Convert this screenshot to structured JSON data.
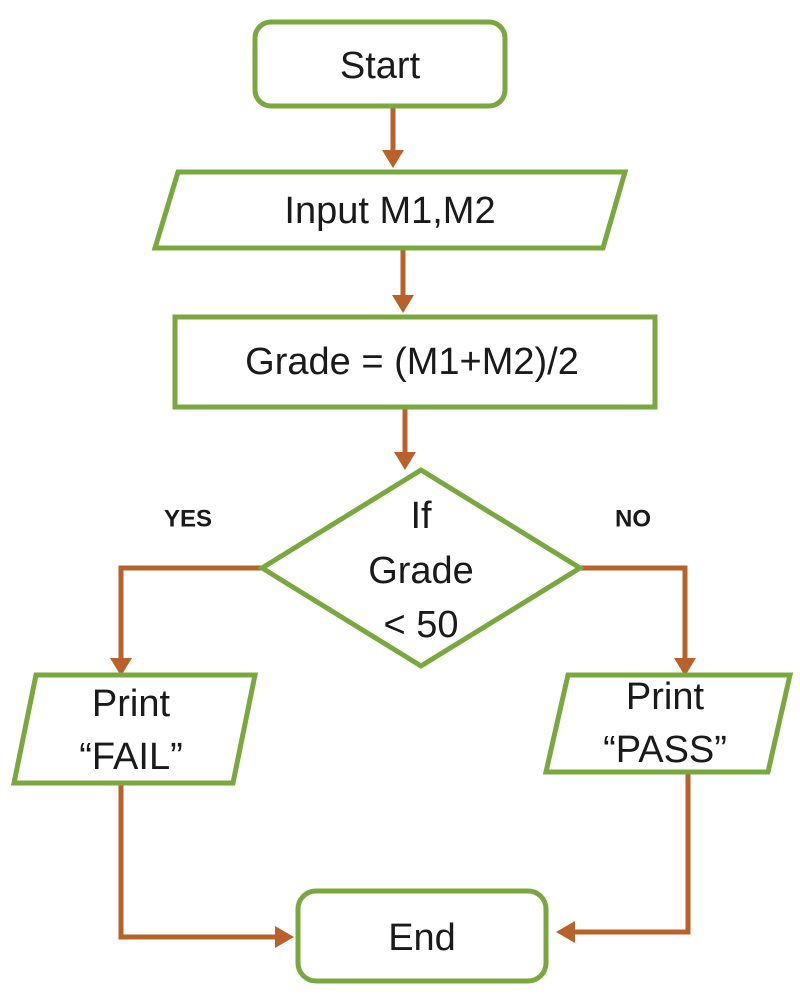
{
  "flowchart": {
    "start": "Start",
    "input": "Input M1,M2",
    "process": "Grade = (M1+M2)/2",
    "decision": [
      "If",
      "Grade",
      "< 50"
    ],
    "yes_label": "YES",
    "no_label": "NO",
    "fail": [
      "Print",
      "“FAIL”"
    ],
    "pass": [
      "Print",
      "“PASS”"
    ],
    "end": "End"
  },
  "colors": {
    "node_border": "#79a83e",
    "arrow": "#b8612a",
    "text": "#1a1a1a"
  }
}
